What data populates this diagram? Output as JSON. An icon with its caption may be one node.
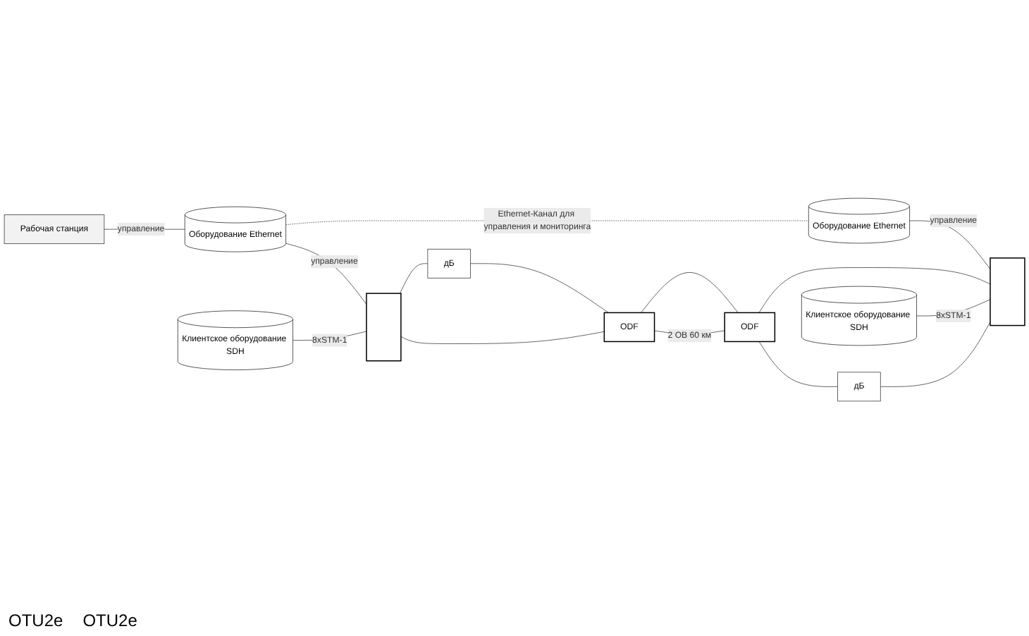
{
  "diagram": {
    "nodes": [
      {
        "text": [
          "Рабочая станция"
        ]
      },
      {
        "text": [
          "Оборудование Ethernet"
        ]
      },
      {
        "text": [
          "Клиентское оборудование SDH"
        ]
      },
      {
        "text": [],
        "shape": "box"
      },
      {
        "text": [
          "дБ"
        ]
      },
      {
        "text": [
          "ODF"
        ]
      },
      {
        "text": [
          "ODF"
        ]
      },
      {
        "text": [
          "дБ"
        ]
      },
      {
        "text": [],
        "shape": "box"
      },
      {
        "text": [
          "Оборудование Ethernet"
        ]
      },
      {
        "text": [
          "Клиентское оборудование SDH"
        ]
      }
    ],
    "edges": [
      {
        "from": 0,
        "to": 1,
        "label": "управление",
        "arrow": "none"
      },
      {
        "from": 1,
        "to": 3,
        "label": "управление",
        "arrow": "none"
      },
      {
        "from": 2,
        "to": 3,
        "label": "8xSTM-1",
        "arrow": "none"
      },
      {
        "from": 1,
        "to": 9,
        "label": "Ethernet-Канал для управления и мониторинга",
        "arrow": "none",
        "style": "dashed"
      },
      {
        "from": 3,
        "to": 5,
        "arrow": "none"
      },
      {
        "from": 3,
        "to": 4,
        "arrow": "none"
      },
      {
        "from": 4,
        "to": 5,
        "arrow": "none"
      },
      {
        "from": 5,
        "to": 6,
        "label": "2 ОВ 60 км",
        "arrow": "none"
      },
      {
        "from": 5,
        "to": 6,
        "arrow": "none"
      },
      {
        "from": 6,
        "to": 7,
        "arrow": "none"
      },
      {
        "from": 7,
        "to": 8,
        "arrow": "none"
      },
      {
        "from": 6,
        "to": 8,
        "arrow": "none"
      },
      {
        "from": 9,
        "to": 8,
        "label": "управление",
        "arrow": "none"
      },
      {
        "from": 10,
        "to": 8,
        "label": "8xSTM-1",
        "arrow": "none"
      }
    ],
    "labels": [
      "OTU2e",
      "OTU2e"
    ]
  }
}
